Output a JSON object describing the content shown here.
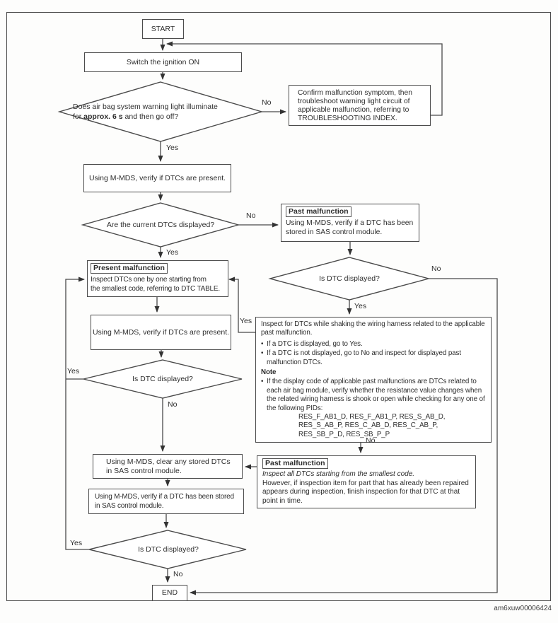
{
  "figure": {
    "watermark": "am6xuw00006424"
  },
  "labels": {
    "yes": "Yes",
    "no": "No",
    "bullet": "•"
  },
  "nodes": {
    "start": {
      "label": "START"
    },
    "switch_ignition": {
      "label": "Switch the ignition ON"
    },
    "q_warning_light": {
      "line1": "Does air bag system warning light illuminate",
      "line2_pre": "for ",
      "line2_bold": "approx. 6 s",
      "line2_post": " and then go off?"
    },
    "confirm_symptom": {
      "lines": [
        "Confirm malfunction symptom, then",
        "troubleshoot warning light circuit of",
        "applicable malfunction, referring to",
        "TROUBLESHOOTING INDEX."
      ]
    },
    "verify_dtcs_1": {
      "label": "Using M-MDS, verify if DTCs are present."
    },
    "q_current_dtcs": {
      "label": "Are the current DTCs displayed?"
    },
    "past_malfunction_1": {
      "title": "Past malfunction",
      "lines": [
        "Using M-MDS, verify if a DTC has been",
        "stored in SAS control module."
      ]
    },
    "q_dtc_right": {
      "label": "Is DTC displayed?"
    },
    "present_malfunction": {
      "title": "Present malfunction",
      "lines": [
        "Inspect DTCs one by one starting from",
        "the smallest code, referring to DTC TABLE."
      ]
    },
    "verify_dtcs_2": {
      "label": "Using M-MDS, verify if DTCs are present."
    },
    "q_dtc_left": {
      "label": "Is DTC displayed?"
    },
    "inspect_shaking": {
      "intro": "Inspect for DTCs while shaking the wiring harness related to the applicable past malfunction.",
      "bullet1": "If a DTC is displayed, go to Yes.",
      "bullet2": "If a DTC is not displayed, go to No and inspect for displayed past malfunction DTCs.",
      "note_title": "Note",
      "note_bullet": "If the display code of applicable past malfunctions are DTCs related to each air bag module, verify whether the resistance value changes when the related wiring harness is shook or open while checking for any one of the following PIDs:",
      "pid_lines": [
        "RES_F_AB1_D, RES_F_AB1_P, RES_S_AB_D,",
        "RES_S_AB_P, RES_C_AB_D, RES_C_AB_P,",
        "RES_SB_P_D, RES_SB_P_P"
      ]
    },
    "past_malfunction_2": {
      "title": "Past malfunction",
      "line_italic": "Inspect all DTCs starting from the smallest code.",
      "body": "However, if inspection item for part that has already been repaired appears during inspection, finish inspection for that DTC at that point in time."
    },
    "clear_dtcs": {
      "lines": [
        "Using M-MDS, clear any stored DTCs",
        "in SAS control module."
      ]
    },
    "verify_stored": {
      "lines": [
        "Using M-MDS, verify if a DTC has been stored",
        "in SAS control module."
      ]
    },
    "q_dtc_bottom": {
      "label": "Is DTC displayed?"
    },
    "end": {
      "label": "END"
    }
  }
}
